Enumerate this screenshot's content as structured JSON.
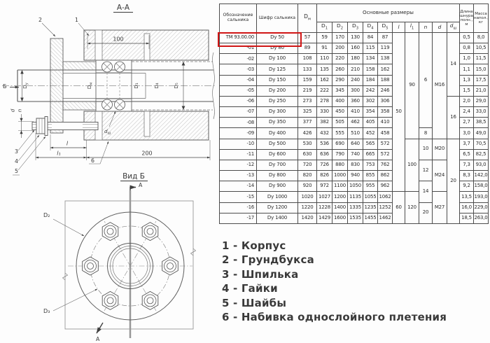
{
  "table": {
    "headers": {
      "designation": "Обозначение сальника",
      "cipher": "Шифр сальника",
      "dm": {
        "b": "D",
        "s": "м"
      },
      "main_sizes": "Основные размеры",
      "size_cols": [
        {
          "b": "D",
          "s": "1"
        },
        {
          "b": "D",
          "s": "2"
        },
        {
          "b": "D",
          "s": "3"
        },
        {
          "b": "D",
          "s": "4"
        },
        {
          "b": "D",
          "s": "5"
        },
        {
          "b": "l",
          "s": ""
        },
        {
          "b": "l",
          "s": "1"
        },
        {
          "b": "n",
          "s": ""
        },
        {
          "b": "d",
          "s": ""
        },
        {
          "b": "d",
          "s": "ш"
        }
      ],
      "cord_length": "Длина шнура полн., м",
      "mass": "Масса напол., кг"
    },
    "rows": [
      {
        "designation": "ТМ 93.00.00",
        "cipher": "Dy 50",
        "dm": "57",
        "d": [
          "59",
          "170",
          "130",
          "84",
          "87"
        ],
        "cord": "0,5",
        "mass": "8,0"
      },
      {
        "designation": "-01",
        "cipher": "Dy 80",
        "dm": "89",
        "d": [
          "91",
          "200",
          "160",
          "115",
          "119"
        ],
        "cord": "0,8",
        "mass": "10,5"
      },
      {
        "designation": "-02",
        "cipher": "Dy 100",
        "dm": "108",
        "d": [
          "110",
          "220",
          "180",
          "134",
          "138"
        ],
        "cord": "1,0",
        "mass": "11,5"
      },
      {
        "designation": "-03",
        "cipher": "Dy 125",
        "dm": "133",
        "d": [
          "135",
          "260",
          "210",
          "158",
          "162"
        ],
        "cord": "1,1",
        "mass": "15,0"
      },
      {
        "designation": "-04",
        "cipher": "Dy 150",
        "dm": "159",
        "d": [
          "162",
          "290",
          "240",
          "184",
          "188"
        ],
        "cord": "1,3",
        "mass": "17,5"
      },
      {
        "designation": "-05",
        "cipher": "Dy 200",
        "dm": "219",
        "d": [
          "222",
          "345",
          "300",
          "242",
          "246"
        ],
        "cord": "1,5",
        "mass": "21,0"
      },
      {
        "designation": "-06",
        "cipher": "Dy 250",
        "dm": "273",
        "d": [
          "278",
          "400",
          "360",
          "302",
          "306"
        ],
        "cord": "2,0",
        "mass": "29,0"
      },
      {
        "designation": "-07",
        "cipher": "Dy 300",
        "dm": "325",
        "d": [
          "330",
          "450",
          "410",
          "354",
          "358"
        ],
        "cord": "2,4",
        "mass": "33,0"
      },
      {
        "designation": "-08",
        "cipher": "Dy 350",
        "dm": "377",
        "d": [
          "382",
          "505",
          "462",
          "405",
          "410"
        ],
        "cord": "2,7",
        "mass": "38,5"
      },
      {
        "designation": "-09",
        "cipher": "Dy 400",
        "dm": "426",
        "d": [
          "432",
          "555",
          "510",
          "452",
          "458"
        ],
        "cord": "3,0",
        "mass": "49,0"
      },
      {
        "designation": "-10",
        "cipher": "Dy 500",
        "dm": "530",
        "d": [
          "536",
          "690",
          "640",
          "565",
          "572"
        ],
        "cord": "3,7",
        "mass": "70,5"
      },
      {
        "designation": "-11",
        "cipher": "Dy 600",
        "dm": "630",
        "d": [
          "636",
          "790",
          "740",
          "665",
          "572"
        ],
        "cord": "6,5",
        "mass": "82,5"
      },
      {
        "designation": "-12",
        "cipher": "Dy 700",
        "dm": "720",
        "d": [
          "726",
          "880",
          "830",
          "753",
          "762"
        ],
        "cord": "7,3",
        "mass": "93,0"
      },
      {
        "designation": "-13",
        "cipher": "Dy 800",
        "dm": "820",
        "d": [
          "826",
          "1000",
          "940",
          "855",
          "862"
        ],
        "cord": "8,3",
        "mass": "142,0"
      },
      {
        "designation": "-14",
        "cipher": "Dy 900",
        "dm": "920",
        "d": [
          "972",
          "1100",
          "1050",
          "955",
          "962"
        ],
        "cord": "9,2",
        "mass": "158,0"
      },
      {
        "designation": "-15",
        "cipher": "Dy 1000",
        "dm": "1020",
        "d": [
          "1027",
          "1200",
          "1135",
          "1055",
          "1062"
        ],
        "cord": "13,5",
        "mass": "193,0"
      },
      {
        "designation": "-16",
        "cipher": "Dy 1200",
        "dm": "1220",
        "d": [
          "1228",
          "1400",
          "1335",
          "1235",
          "1252"
        ],
        "cord": "16,0",
        "mass": "229,0"
      },
      {
        "designation": "-17",
        "cipher": "Dy 1400",
        "dm": "1420",
        "d": [
          "1429",
          "1600",
          "1535",
          "1455",
          "1462"
        ],
        "cord": "18,5",
        "mass": "263,0"
      }
    ],
    "merged": {
      "l": [
        {
          "value": "50",
          "from": 0,
          "to": 14
        },
        {
          "value": "60",
          "from": 15,
          "to": 17
        }
      ],
      "l1": [
        {
          "value": "90",
          "from": 0,
          "to": 9
        },
        {
          "value": "100",
          "from": 10,
          "to": 14
        },
        {
          "value": "120",
          "from": 15,
          "to": 17
        }
      ],
      "n": [
        {
          "value": "6",
          "from": 0,
          "to": 8
        },
        {
          "value": "8",
          "from": 9,
          "to": 9
        },
        {
          "value": "10",
          "from": 10,
          "to": 11
        },
        {
          "value": "12",
          "from": 12,
          "to": 13
        },
        {
          "value": "14",
          "from": 14,
          "to": 15
        },
        {
          "value": "20",
          "from": 16,
          "to": 17
        }
      ],
      "d": [
        {
          "value": "M16",
          "from": 0,
          "to": 9
        },
        {
          "value": "M20",
          "from": 10,
          "to": 11
        },
        {
          "value": "M24",
          "from": 12,
          "to": 14
        },
        {
          "value": "M27",
          "from": 15,
          "to": 17
        }
      ],
      "dsh": [
        {
          "value": "14",
          "from": 0,
          "to": 5
        },
        {
          "value": "16",
          "from": 6,
          "to": 9
        },
        {
          "value": "20",
          "from": 10,
          "to": 17
        }
      ]
    },
    "highlight_row": 0
  },
  "legend": {
    "lines": [
      "1 - Корпус",
      "2 - Грундбукса",
      "3 - Шпилька",
      "4 - Гайки",
      "5 - Шайбы",
      "6 - Набивка однослойного плетения"
    ]
  },
  "drawing": {
    "section_view": {
      "title": "А-А",
      "dims": {
        "d100": "100",
        "d200": "200",
        "l": "l",
        "l1": "l₁"
      },
      "labels": {
        "b_arrow": "Б",
        "d": "d",
        "n": "n",
        "dy": {
          "b": "D",
          "s": "у"
        },
        "dm": {
          "b": "D",
          "s": "м"
        },
        "d1": "D₁",
        "d4": "D₄",
        "d5": "D₅",
        "dsh": {
          "b": "d",
          "s": "ш"
        }
      },
      "callouts": [
        "1",
        "2",
        "3",
        "4",
        "5",
        "6"
      ]
    },
    "view_b": {
      "title": "Вид Б",
      "section_mark": "А",
      "labels": {
        "d2": "D₂",
        "d3": "D₃"
      }
    }
  }
}
